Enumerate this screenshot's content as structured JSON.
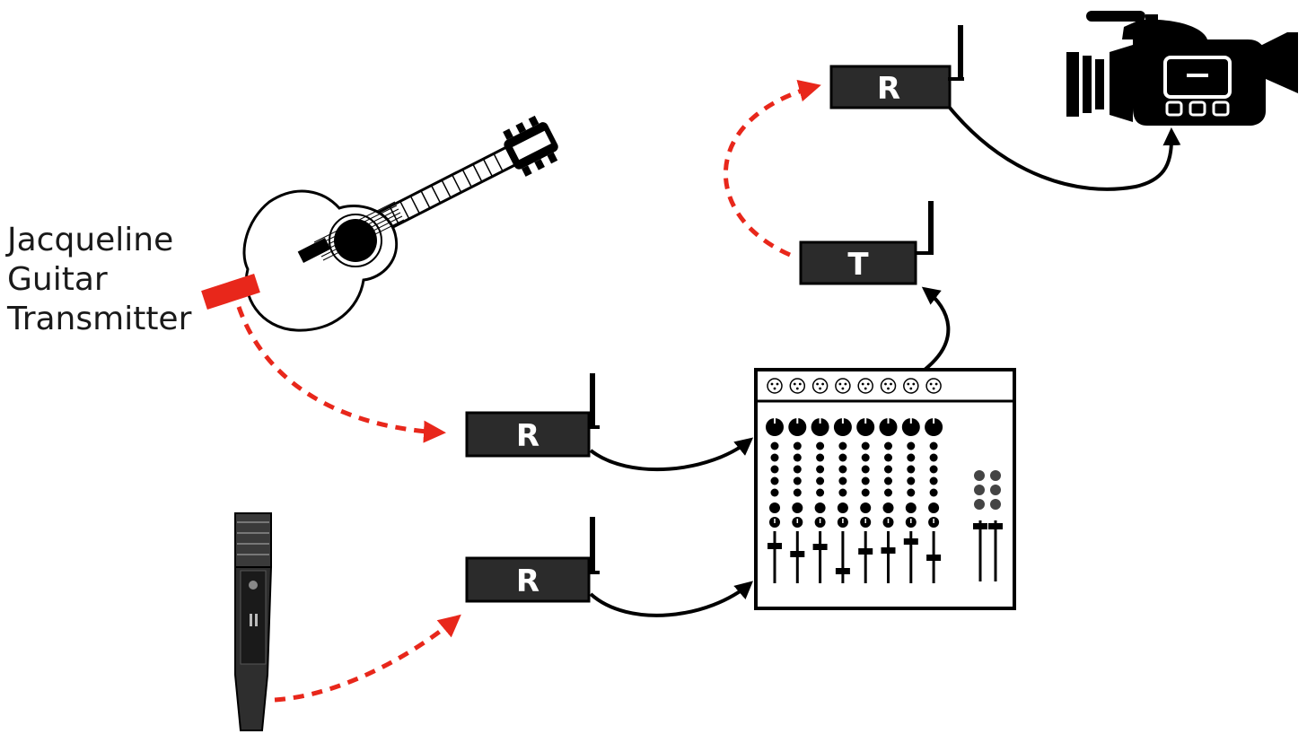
{
  "transmitter_label": [
    "Jacqueline",
    "Guitar",
    "Transmitter"
  ],
  "receiver_letter": "R",
  "transmitter_letter": "T",
  "colors": {
    "wireless_link": "#e8271b",
    "cable": "#000000",
    "box_fill": "#2b2b2b",
    "clip": "#e8271b"
  },
  "icons": [
    "guitar-icon",
    "handheld-microphone-icon",
    "mixer-icon",
    "video-camera-icon",
    "antenna-icon"
  ]
}
